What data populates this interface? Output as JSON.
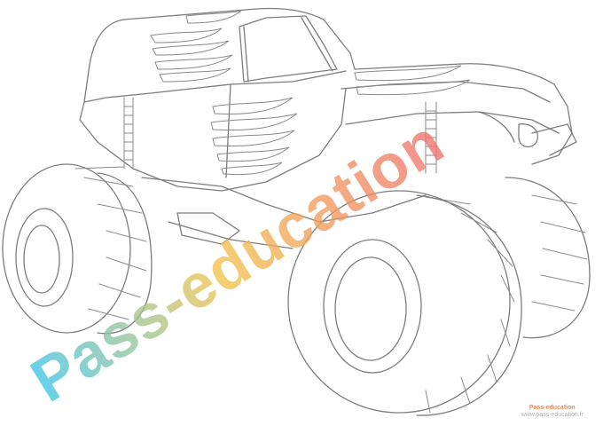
{
  "watermark": {
    "text": "Pass-education",
    "colors": {
      "start": "#3cc4e6",
      "mid": "#f2c24a",
      "end": "#ef6f6f"
    }
  },
  "footer_logo": {
    "brand": "Pass-education",
    "url": "www.pass-education.fr"
  },
  "line_color": "#7d7d7d",
  "subject": "monster-truck-coloring-page"
}
